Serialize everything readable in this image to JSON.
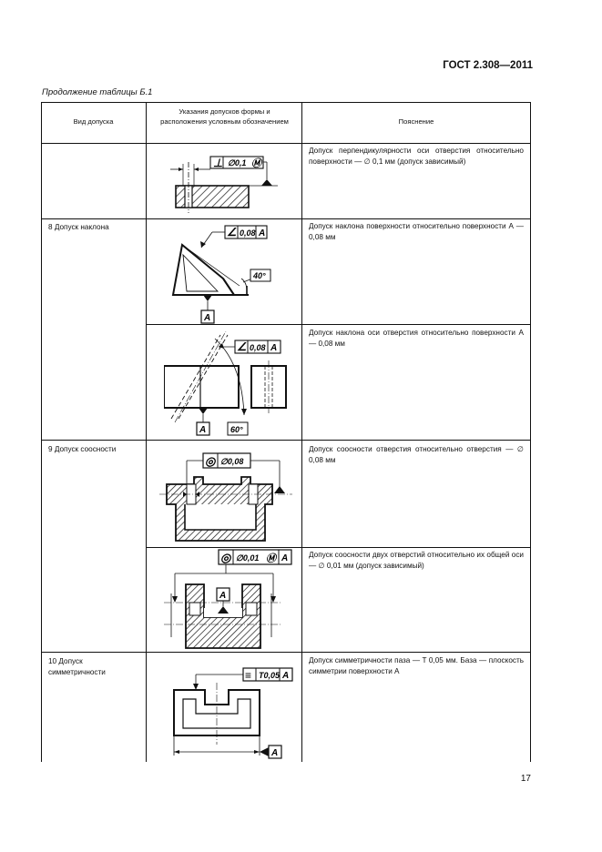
{
  "header": {
    "standard": "ГОСТ 2.308—2011",
    "caption": "Продолжение таблицы Б.1"
  },
  "table": {
    "col_headers": [
      "Вид допуска",
      "Указания допусков формы и расположения условным обозначением",
      "Пояснение"
    ],
    "rows": [
      {
        "kind": "",
        "explanation": "Допуск перпендикулярности оси отверстия относительно поверхности — ∅ 0,1 мм (допуск зависимый)",
        "frame": [
          "⊥",
          "∅0,1",
          "Ⓜ"
        ]
      },
      {
        "kind": "8 Допуск наклона",
        "explanation": "Допуск наклона поверхности относительно поверхности А — 0,08 мм",
        "frame": [
          "∠",
          "0,08",
          "A"
        ],
        "angle": "40°",
        "datum": "A"
      },
      {
        "kind": "",
        "explanation": "Допуск наклона оси отверстия относительно поверхности А — 0,08 мм",
        "frame": [
          "∠",
          "0,08",
          "A"
        ],
        "angle": "60°",
        "datum": "A"
      },
      {
        "kind": "9 Допуск соосности",
        "explanation": "Допуск соосности отверстия относительно отверстия — ∅ 0,08 мм",
        "frame": [
          "◎",
          "∅0,08"
        ]
      },
      {
        "kind": "",
        "explanation": "Допуск соосности двух отверстий относительно их общей оси — ∅ 0,01 мм (допуск зависимый)",
        "frame": [
          "◎",
          "∅0,01",
          "Ⓜ",
          "A"
        ],
        "datum": "A"
      },
      {
        "kind": "10 Допуск симметричности",
        "explanation": "Допуск симметричности паза — T 0,05 мм. База — плоскость симметрии поверхности A",
        "frame": [
          "≡",
          "T0,05",
          "A"
        ],
        "datum": "A"
      }
    ]
  },
  "page_number": "17"
}
